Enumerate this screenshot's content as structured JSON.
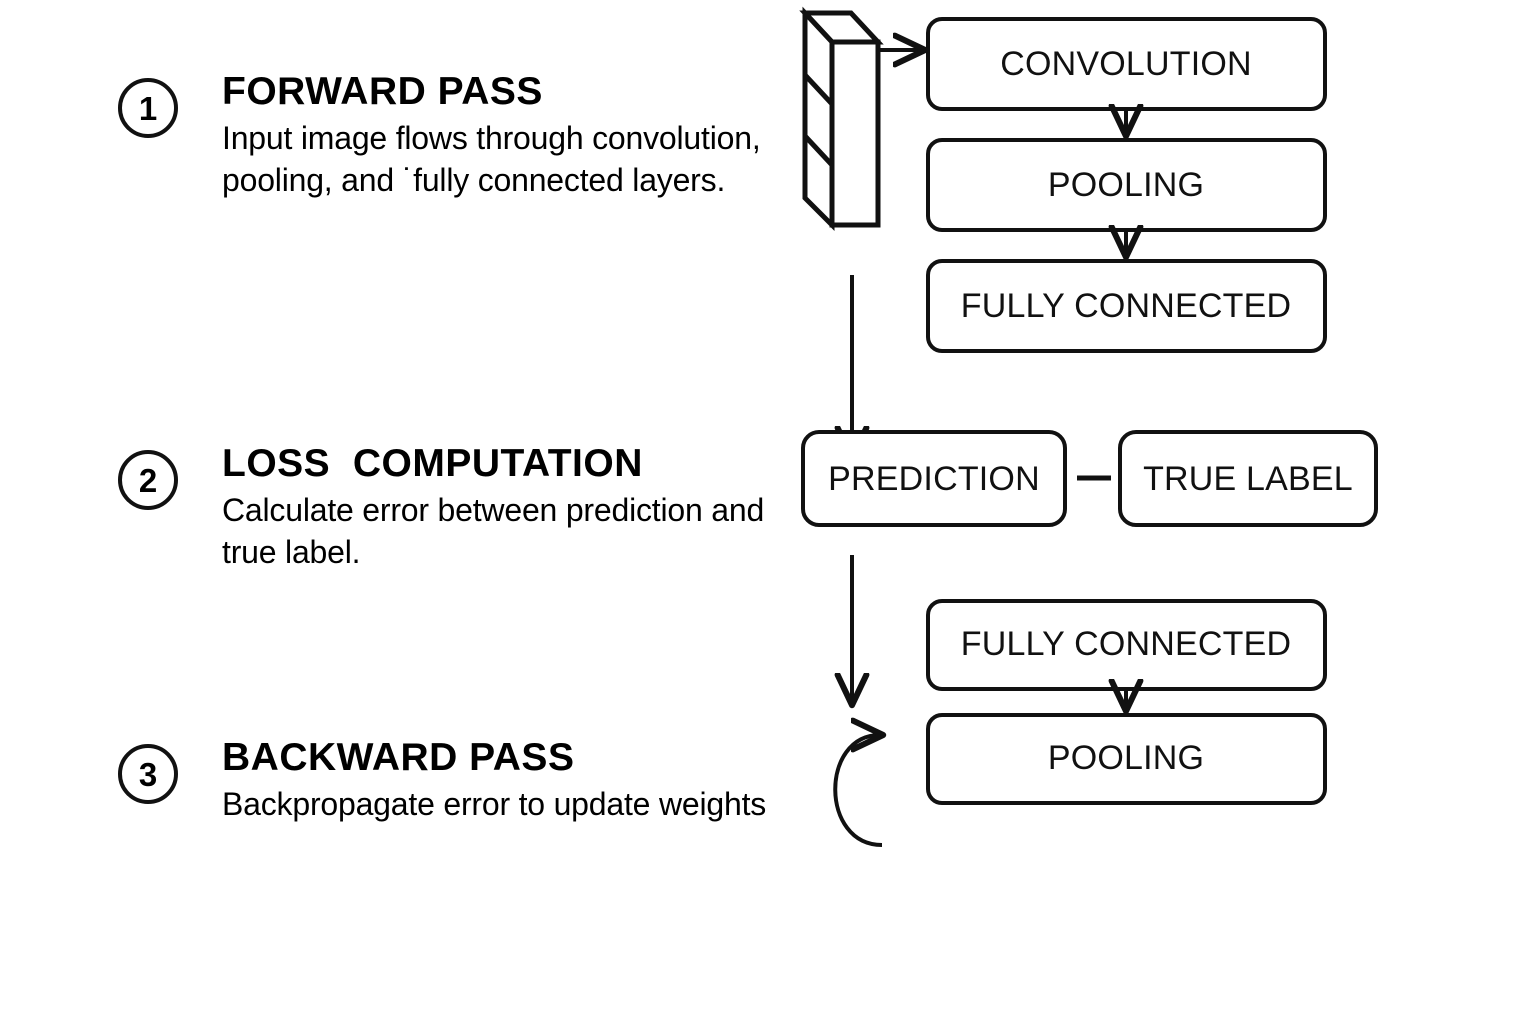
{
  "steps": [
    {
      "number": "1",
      "title": "FORWARD PASS",
      "description": "Input image flows through convolution, pooling, and ˙fully connected layers."
    },
    {
      "number": "2",
      "title": "LOSS  COMPUTATION",
      "description": "Calculate error between prediction and true label."
    },
    {
      "number": "3",
      "title": "BACKWARD PASS",
      "description": "Backpropagate error to update weights"
    }
  ],
  "diagram": {
    "forward_block": {
      "input_label": "input-image-cube",
      "nodes": [
        {
          "label": "CONVOLUTION"
        },
        {
          "label": "POOLING"
        },
        {
          "label": "FULLY CONNECTED"
        }
      ]
    },
    "loss_block": {
      "nodes": [
        {
          "label": "PREDICTION"
        },
        {
          "label": "TRUE LABEL"
        }
      ],
      "operator": "−"
    },
    "backward_block": {
      "nodes": [
        {
          "label": "FULLY CONNECTED"
        },
        {
          "label": "POOLING"
        }
      ]
    }
  },
  "colors": {
    "stroke": "#111111",
    "background": "#ffffff",
    "text": "#111111"
  }
}
